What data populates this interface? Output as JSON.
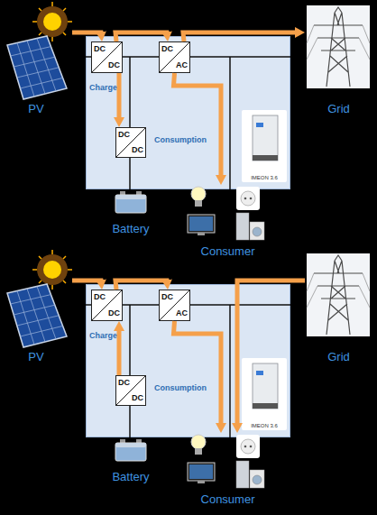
{
  "diagram": {
    "nodes": [
      {
        "text": [
          "PV"
        ]
      },
      {
        "text": [
          "Charge",
          "Consumption"
        ]
      },
      {
        "text": [
          "DC",
          "DC"
        ],
        "in": 1
      },
      {
        "text": [
          "DC",
          "AC"
        ],
        "in": 1
      },
      {
        "text": [
          "Grid"
        ]
      },
      {
        "text": [
          "DC",
          "DC"
        ],
        "in": 1
      },
      {
        "text": [
          "Battery"
        ]
      },
      {
        "text": [
          "Consumer"
        ]
      },
      {
        "text": [
          "PV"
        ]
      },
      {
        "text": [
          "Charge",
          "Consumption"
        ]
      },
      {
        "text": [
          "DC",
          "DC"
        ],
        "in": 9
      },
      {
        "text": [
          "DC",
          "AC"
        ],
        "in": 9
      },
      {
        "text": [
          "Grid"
        ]
      },
      {
        "text": [
          "DC",
          "DC"
        ],
        "in": 9
      },
      {
        "text": [
          "Battery"
        ]
      },
      {
        "text": [
          "Consumer"
        ]
      }
    ],
    "edges": [
      {
        "from": 0,
        "to": 2,
        "arrow": "to"
      },
      {
        "from": 2,
        "to": 3,
        "arrow": "to"
      },
      {
        "from": 3,
        "to": 4,
        "arrow": "to"
      },
      {
        "from": 2,
        "to": 5,
        "arrow": "to"
      },
      {
        "from": 3,
        "to": 7,
        "arrow": "to"
      },
      {
        "from": 8,
        "to": 10,
        "arrow": "to"
      },
      {
        "from": 10,
        "to": 11,
        "arrow": "to"
      },
      {
        "from": 12,
        "to": 15,
        "arrow": "to"
      },
      {
        "from": 11,
        "to": 15,
        "arrow": "to"
      },
      {
        "from": 13,
        "to": 10,
        "arrow": "to"
      }
    ],
    "labels": [
      "IMEON 3.6",
      "IMEON 3.6"
    ]
  }
}
